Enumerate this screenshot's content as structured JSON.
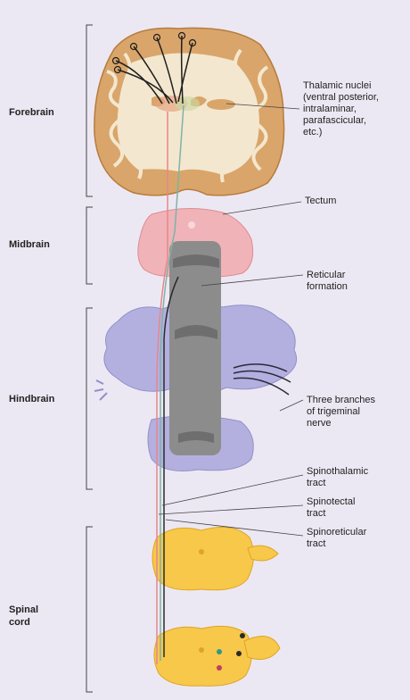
{
  "regions": [
    {
      "label": "Forebrain"
    },
    {
      "label": "Midbrain"
    },
    {
      "label": "Hindbrain"
    },
    {
      "label": "Spinal\ncord"
    }
  ],
  "callouts": {
    "thalamic": "Thalamic nuclei\n(ventral posterior,\nintralaminar,\nparafascicular,\netc.)",
    "tectum": "Tectum",
    "reticular": "Reticular\nformation",
    "trigeminal": "Three branches\nof trigeminal\nnerve",
    "spinothalamic": "Spinothalamic\ntract",
    "spinotectal": "Spinotectal\ntract",
    "spinoreticular": "Spinoreticular\ntract"
  },
  "colors": {
    "background": "#ece8f3",
    "brain_gray_matter": "#d9a56a",
    "brain_white_matter": "#f3e7cf",
    "midbrain": "#f0b3b8",
    "hindbrain": "#b3b0e0",
    "spinal_cord": "#f7c84a",
    "reticular": "#8c8c8c",
    "spinothalamic": "#7fb3a6",
    "spinotectal": "#e8868c",
    "spinoreticular": "#2a2a2a"
  }
}
